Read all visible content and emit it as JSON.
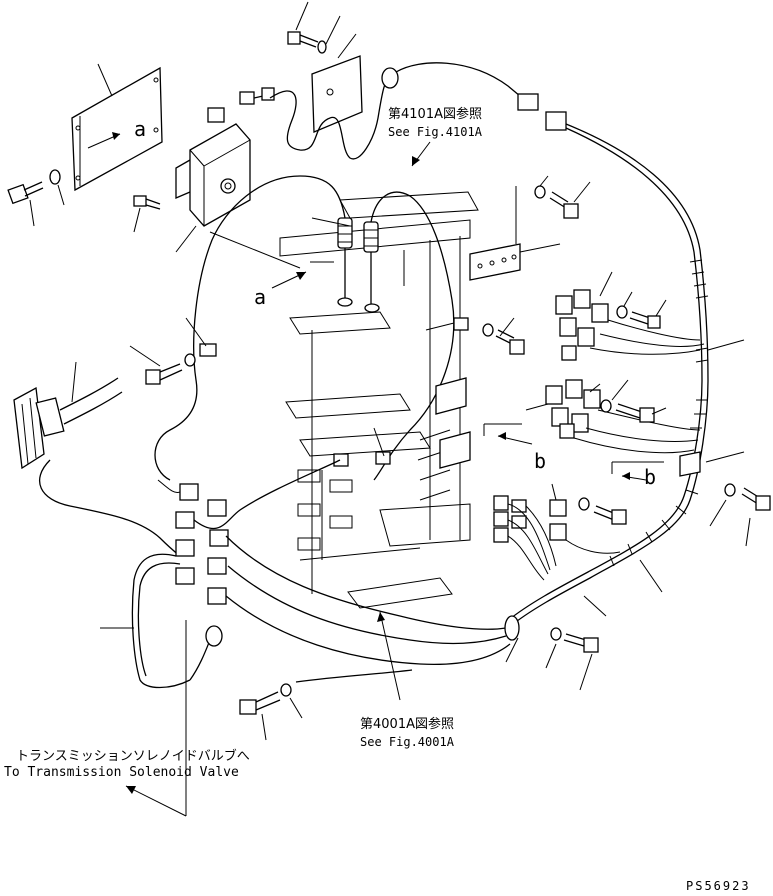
{
  "callouts": {
    "a1": "a",
    "a2": "a",
    "b1": "b",
    "b2": "b"
  },
  "refs": {
    "top_jp": "第4101A図参照",
    "top_en": "See Fig.4101A",
    "bottom_jp": "第4001A図参照",
    "bottom_en": "See Fig.4001A",
    "solenoid_jp": "トランスミッションソレノイドバルブへ",
    "solenoid_en": "To Transmission Solenoid Valve"
  },
  "drawing_number": "PS56923"
}
